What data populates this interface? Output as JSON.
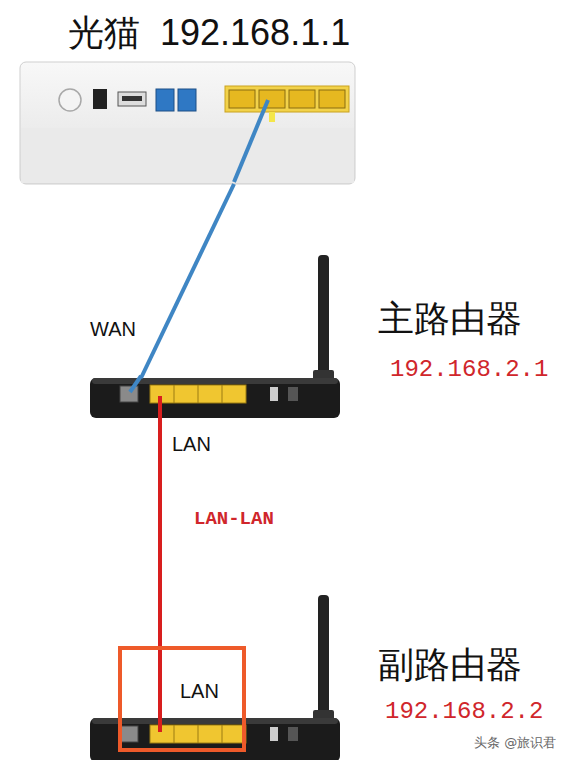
{
  "diagram": {
    "nodes": [
      {
        "text": [
          "光猫",
          "192.168.1.1"
        ]
      },
      {
        "text": [
          "主路由器",
          "192.168.2.1"
        ]
      },
      {
        "text": [
          "副路由器",
          "192.168.2.2"
        ]
      },
      {
        "text": [
          "LAN"
        ],
        "in": 2
      }
    ],
    "edges": [
      {
        "from": 0,
        "to": 1,
        "arrow": "none"
      },
      {
        "from": 1,
        "to": 3,
        "arrow": "none",
        "label": "LAN-LAN"
      }
    ],
    "labels": [
      "WAN",
      "LAN",
      "头条 @旅识君"
    ]
  }
}
